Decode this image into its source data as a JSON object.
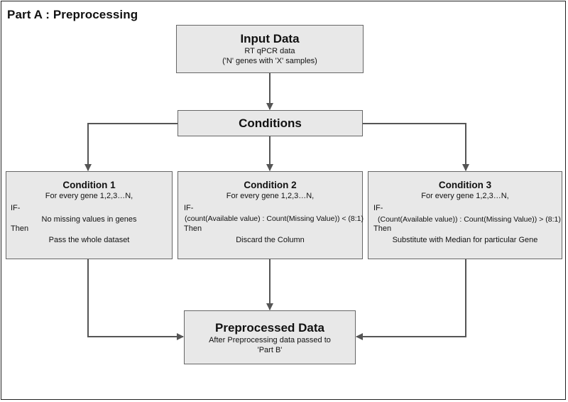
{
  "part_title": "Part A : Preprocessing",
  "input_box": {
    "title": "Input Data",
    "line1": "RT qPCR data",
    "line2": "('N' genes with 'X' samples)"
  },
  "conditions_box": {
    "title": "Conditions"
  },
  "condition1": {
    "title": "Condition 1",
    "for_line": "For every gene 1,2,3…N,",
    "if_label": "IF-",
    "if_text": "No missing values in genes",
    "then_label": "Then",
    "then_text": "Pass the whole dataset"
  },
  "condition2": {
    "title": "Condition 2",
    "for_line": "For every gene 1,2,3…N,",
    "if_label": "IF-",
    "if_text": "(count(Available value) : Count(Missing Value)) < (8:1)",
    "then_label": "Then",
    "then_text": "Discard the Column"
  },
  "condition3": {
    "title": "Condition 3",
    "for_line": "For every gene 1,2,3…N,",
    "if_label": "IF-",
    "if_text": "(Count(Available value)) : Count(Missing Value)) > (8:1)",
    "then_label": "Then",
    "then_text": "Substitute with Median for particular Gene"
  },
  "output_box": {
    "title": "Preprocessed Data",
    "line1": "After Preprocessing data passed to",
    "line2": "'Part B'"
  }
}
